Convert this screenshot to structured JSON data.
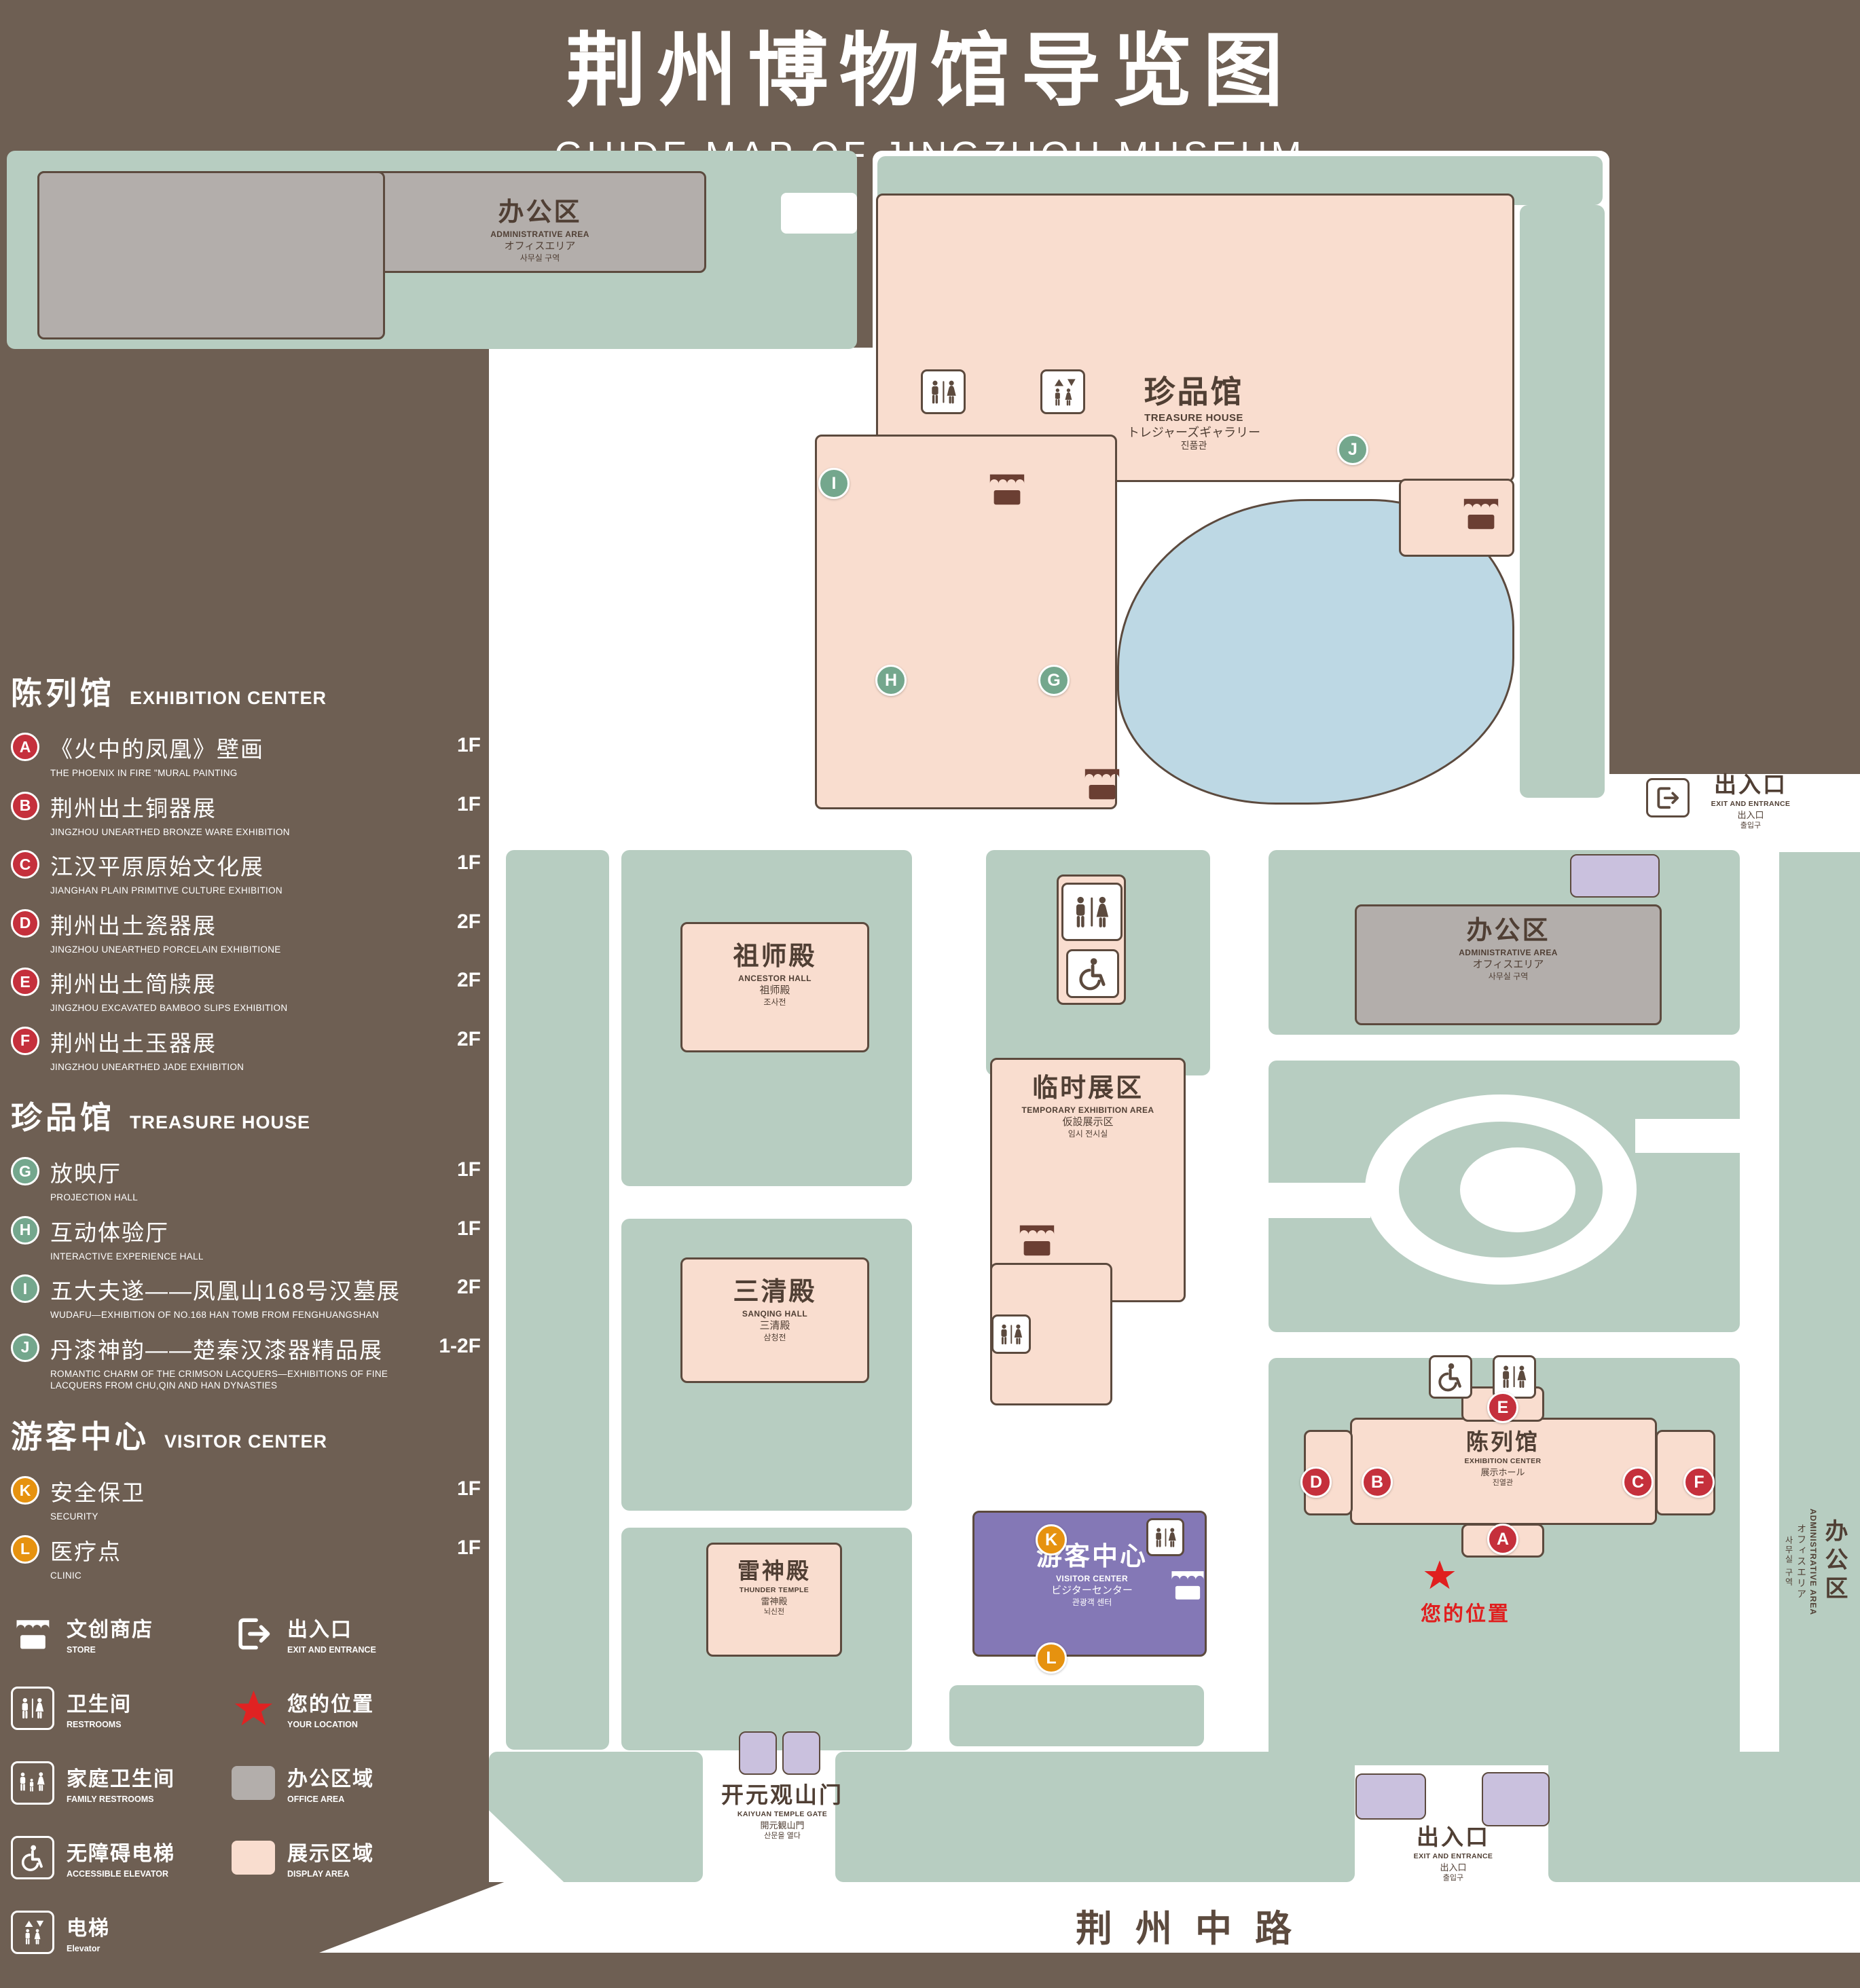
{
  "title": {
    "zh": "荆州博物馆导览图",
    "en": "GUIDE MAP OF JINGZHOU MUSEUM"
  },
  "colors": {
    "background": "#6e5f53",
    "lawn": "#b7cdc1",
    "display_area": "#f9ddcf",
    "office_area": "#b3aeab",
    "pond": "#bdd8e4",
    "visitor_center": "#8478b6",
    "entrance_building": "#cac1de",
    "marker_red": "#c5303c",
    "marker_green": "#74a78d",
    "marker_orange": "#e6920f",
    "location_red": "#e01f1f"
  },
  "icons": [
    "store-icon",
    "exit-entrance-icon",
    "restrooms-icon",
    "your-location-star-icon",
    "family-restrooms-icon",
    "accessible-elevator-icon",
    "elevator-icon",
    "office-area-swatch",
    "display-area-swatch"
  ],
  "sidebar": {
    "sections": [
      {
        "zh": "陈列馆",
        "en": "EXHIBITION CENTER",
        "items": [
          {
            "id": "A",
            "zh": "《火中的凤凰》壁画",
            "en": "THE PHOENIX IN FIRE \"MURAL PAINTING",
            "floor": "1F"
          },
          {
            "id": "B",
            "zh": "荆州出土铜器展",
            "en": "JINGZHOU UNEARTHED BRONZE WARE EXHIBITION",
            "floor": "1F"
          },
          {
            "id": "C",
            "zh": "江汉平原原始文化展",
            "en": "JIANGHAN PLAIN PRIMITIVE CULTURE EXHIBITION",
            "floor": "1F"
          },
          {
            "id": "D",
            "zh": "荆州出土瓷器展",
            "en": "JINGZHOU UNEARTHED PORCELAIN EXHIBITIONE",
            "floor": "2F"
          },
          {
            "id": "E",
            "zh": "荆州出土简牍展",
            "en": "JINGZHOU EXCAVATED BAMBOO SLIPS EXHIBITION",
            "floor": "2F"
          },
          {
            "id": "F",
            "zh": "荆州出土玉器展",
            "en": "JINGZHOU UNEARTHED JADE EXHIBITION",
            "floor": "2F"
          }
        ]
      },
      {
        "zh": "珍品馆",
        "en": "TREASURE HOUSE",
        "items": [
          {
            "id": "G",
            "zh": "放映厅",
            "en": "PROJECTION HALL",
            "floor": "1F"
          },
          {
            "id": "H",
            "zh": "互动体验厅",
            "en": "INTERACTIVE EXPERIENCE HALL",
            "floor": "1F"
          },
          {
            "id": "I",
            "zh": "五大夫遂——凤凰山168号汉墓展",
            "en": "WUDAFU—EXHIBITION OF NO.168 HAN TOMB FROM FENGHUANGSHAN",
            "floor": "2F"
          },
          {
            "id": "J",
            "zh": "丹漆神韵——楚秦汉漆器精品展",
            "en": "ROMANTIC CHARM OF THE CRIMSON LACQUERS—EXHIBITIONS OF FINE LACQUERS FROM CHU,QIN AND HAN DYNASTIES",
            "floor": "1-2F"
          }
        ]
      },
      {
        "zh": "游客中心",
        "en": "VISITOR CENTER",
        "items": [
          {
            "id": "K",
            "zh": "安全保卫",
            "en": "SECURITY",
            "floor": "1F"
          },
          {
            "id": "L",
            "zh": "医疗点",
            "en": "CLINIC",
            "floor": "1F"
          }
        ]
      }
    ],
    "legend": [
      {
        "zh": "文创商店",
        "en": "STORE",
        "icon": "store-icon"
      },
      {
        "zh": "出入口",
        "en": "EXIT AND ENTRANCE",
        "icon": "exit-entrance-icon"
      },
      {
        "zh": "卫生间",
        "en": "RESTROOMS",
        "icon": "restrooms-icon"
      },
      {
        "zh": "您的位置",
        "en": "YOUR LOCATION",
        "icon": "your-location-star-icon"
      },
      {
        "zh": "家庭卫生间",
        "en": "FAMILY RESTROOMS",
        "icon": "family-restrooms-icon"
      },
      {
        "zh": "办公区域",
        "en": "OFFICE AREA",
        "icon": "office-area-swatch"
      },
      {
        "zh": "无障碍电梯",
        "en": "ACCESSIBLE ELEVATOR",
        "icon": "accessible-elevator-icon"
      },
      {
        "zh": "展示区域",
        "en": "DISPLAY AREA",
        "icon": "display-area-swatch"
      },
      {
        "zh": "电梯",
        "en": "Elevator",
        "icon": "elevator-icon"
      }
    ]
  },
  "map": {
    "admin_nw": {
      "zh": "办公区",
      "en": "ADMINISTRATIVE AREA",
      "ja": "オフィスエリア",
      "ko": "사무실 구역"
    },
    "treasure": {
      "zh": "珍品馆",
      "en": "TREASURE HOUSE",
      "ja": "トレジャーズギャラリー",
      "ko": "진품관"
    },
    "ancestor": {
      "zh": "祖师殿",
      "en": "ANCESTOR HALL",
      "ja": "祖师殿",
      "ko": "조사전"
    },
    "temporary": {
      "zh": "临时展区",
      "en": "TEMPORARY EXHIBITION AREA",
      "ja": "仮設展示区",
      "ko": "임시 전시실"
    },
    "sanqing": {
      "zh": "三清殿",
      "en": "SANQING HALL",
      "ja": "三清殿",
      "ko": "삼청전"
    },
    "thunder": {
      "zh": "雷神殿",
      "en": "THUNDER TEMPLE",
      "ja": "雷神殿",
      "ko": "뇌신전"
    },
    "visitor": {
      "zh": "游客中心",
      "en": "VISITOR CENTER",
      "ja": "ビジターセンター",
      "ko": "관광객 센터"
    },
    "exhibition": {
      "zh": "陈列馆",
      "en": "EXHIBITION CENTER",
      "ja": "展示ホール",
      "ko": "진열관"
    },
    "admin_e": {
      "zh": "办公区",
      "en": "ADMINISTRATIVE AREA",
      "ja": "オフィスエリア",
      "ko": "사무실 구역"
    },
    "admin_strip": {
      "zh": "办公区",
      "en": "ADMINISTRATIVE AREA",
      "ja": "オフィスエリア",
      "ko": "사무실 구역"
    },
    "exit_ne": {
      "zh": "出入口",
      "en": "EXIT AND ENTRANCE",
      "ja": "出入口",
      "ko": "출입구"
    },
    "exit_s": {
      "zh": "出入口",
      "en": "EXIT AND ENTRANCE",
      "ja": "出入口",
      "ko": "출입구"
    },
    "gate": {
      "zh": "开元观山门",
      "en": "KAIYUAN TEMPLE GATE",
      "ja": "開元観山門",
      "ko": "산문을 열다"
    },
    "your_location": "您的位置",
    "road": "荆州中路"
  }
}
